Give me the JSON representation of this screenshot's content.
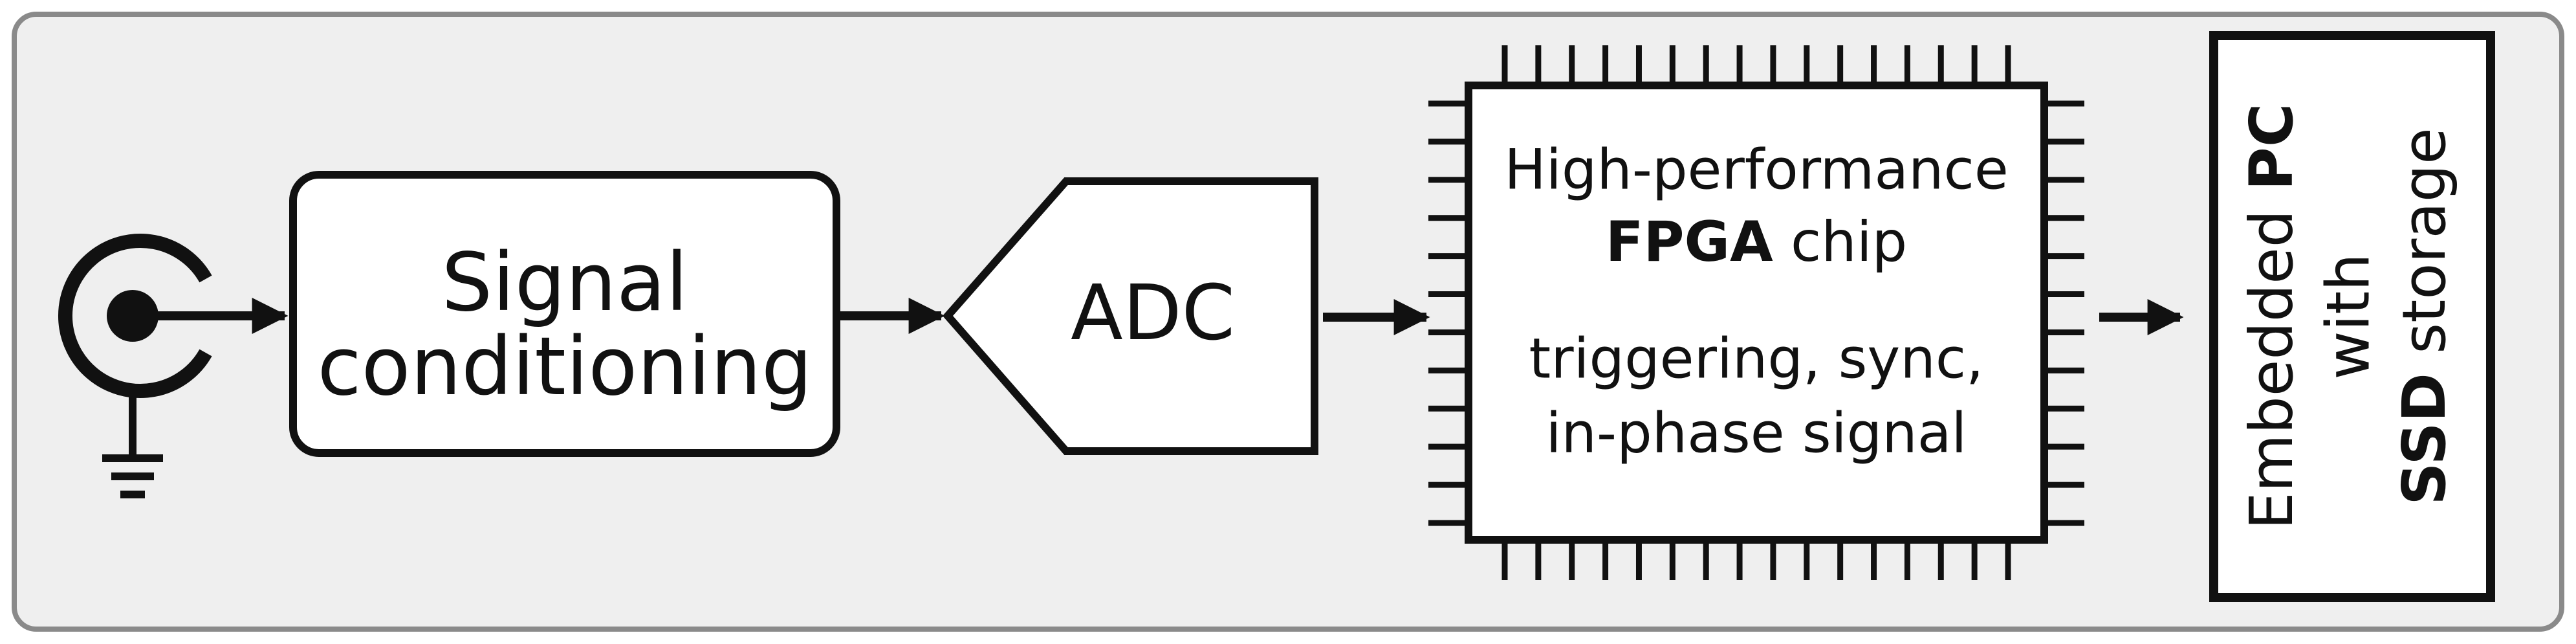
{
  "colors": {
    "panel_fill": "#efefef",
    "panel_border": "#8a8a8a",
    "stroke": "#111111",
    "block_fill": "#ffffff"
  },
  "blocks": {
    "signal_conditioning": {
      "line1": "Signal",
      "line2": "conditioning"
    },
    "adc": {
      "label": "ADC"
    },
    "fpga": {
      "line1": "High-performance",
      "line2_bold": "FPGA",
      "line2_rest": " chip",
      "line3": "triggering, sync,",
      "line4": "in-phase signal"
    },
    "pc": {
      "line1_prefix": "Embedded ",
      "line1_bold": "PC",
      "line2": "with",
      "line3_bold": "SSD",
      "line3_rest": " storage"
    }
  },
  "icons": {
    "input": "coaxial-connector-icon",
    "ground": "ground-symbol-icon",
    "arrow": "arrow-right-icon"
  }
}
